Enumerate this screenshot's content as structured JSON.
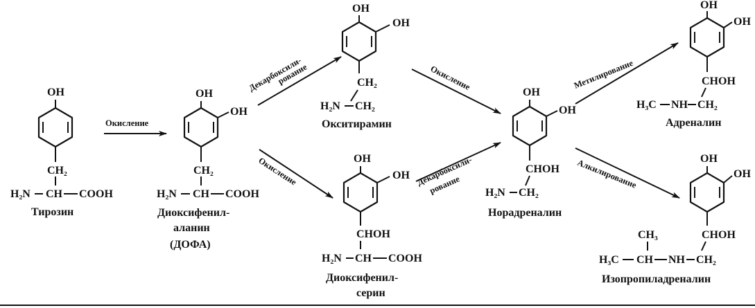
{
  "compounds": {
    "tyrosine": "Тирозин",
    "dopa_1": "Диоксифенил-",
    "dopa_2": "аланин",
    "dopa_3": "(ДОФА)",
    "oxytyramine": "Окситирамин",
    "dops_1": "Диоксифенил-",
    "dops_2": "серин",
    "noradrenaline": "Норадреналин",
    "adrenaline": "Адреналин",
    "isopropyladrenaline": "Изопропиладреналин"
  },
  "reactions": {
    "oxidation": "Окисление",
    "decarb_1": "Декарбоксили-",
    "decarb_2": "рование",
    "methylation": "Метилирование",
    "alkylation": "Алкилирование"
  },
  "groups": {
    "oh": "OH",
    "ch2": "CH₂",
    "ch": "CH",
    "chooh": "CHOH",
    "cooh": "COOH",
    "h2n": "H₂N",
    "h3c": "H₃C",
    "nh": "NH",
    "ch3": "CH₃"
  }
}
